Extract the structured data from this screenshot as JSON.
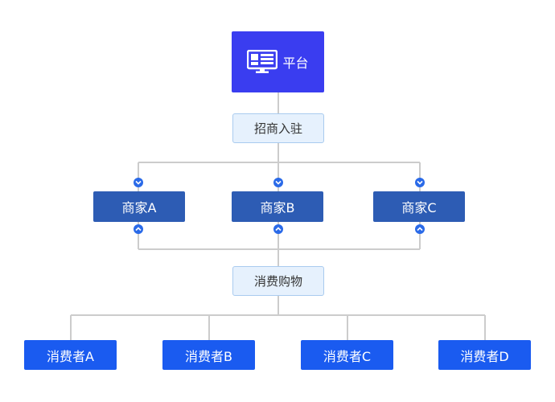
{
  "platform": {
    "label": "平台",
    "icon": "monitor-icon"
  },
  "connector_top": {
    "label": "招商入驻"
  },
  "merchants": [
    {
      "label": "商家A"
    },
    {
      "label": "商家B"
    },
    {
      "label": "商家C"
    }
  ],
  "connector_bottom": {
    "label": "消费购物"
  },
  "consumers": [
    {
      "label": "消费者A"
    },
    {
      "label": "消费者B"
    },
    {
      "label": "消费者C"
    },
    {
      "label": "消费者D"
    }
  ],
  "colors": {
    "platform": "#3a3df0",
    "merchant": "#2d5cb4",
    "consumer": "#1a5bf0",
    "label_bg": "#e6f1fd",
    "label_border": "#a9cbef",
    "line": "#cccccc",
    "chevron": "#2a6ae8"
  }
}
